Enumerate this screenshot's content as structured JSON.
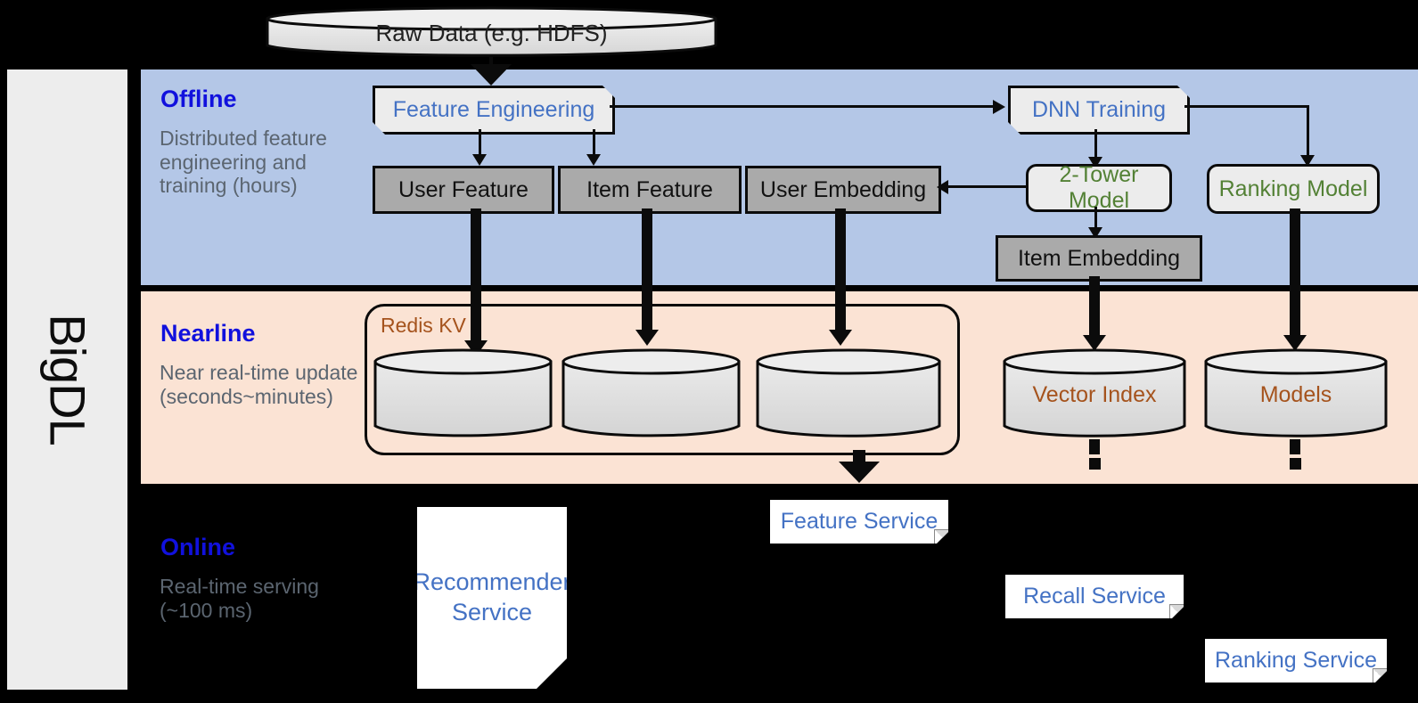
{
  "framework": {
    "name": "BigDL"
  },
  "source": {
    "label": "Raw Data (e.g. HDFS)"
  },
  "bands": {
    "offline": {
      "title": "Offline",
      "subtitle": "Distributed feature engineering and training (hours)",
      "color": "#b4c7e7"
    },
    "nearline": {
      "title": "Nearline",
      "subtitle": "Near real-time update (seconds~minutes)",
      "color": "#fbe3d4"
    },
    "online": {
      "title": "Online",
      "subtitle": "Real-time serving (~100 ms)",
      "color": "#000000"
    }
  },
  "offline": {
    "feature_engineering": "Feature Engineering",
    "dnn_training": "DNN Training",
    "user_feature": "User Feature",
    "item_feature": "Item Feature",
    "user_embedding": "User Embedding",
    "two_tower_model": "2-Tower Model",
    "ranking_model": "Ranking Model",
    "item_embedding": "Item Embedding"
  },
  "nearline": {
    "redis_kv": "Redis KV",
    "stores": [
      "",
      "",
      ""
    ],
    "vector_index": "Vector Index",
    "models": "Models"
  },
  "online": {
    "recommender_service": "Recommender Service",
    "feature_service": "Feature Service",
    "recall_service": "Recall Service",
    "ranking_service": "Ranking Service"
  },
  "colors": {
    "title_blue": "#1111dd",
    "caption_gray": "#5b6570",
    "process_blue": "#4472c4",
    "model_green": "#538135",
    "store_brown": "#a5531d",
    "data_box_gray": "#aaaaaa",
    "sidebar_gray": "#ededed"
  }
}
